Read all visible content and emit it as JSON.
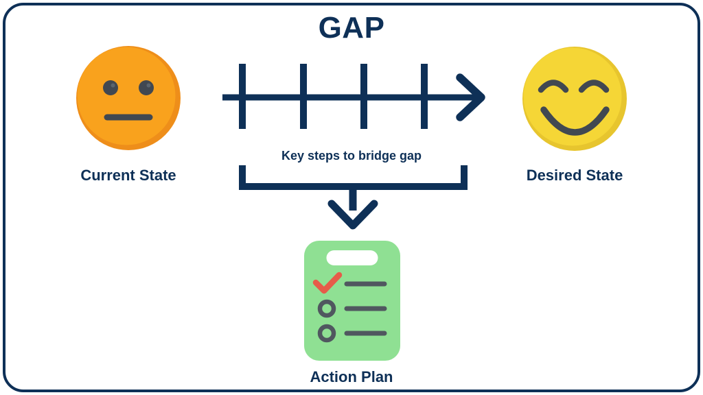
{
  "title": "GAP",
  "timeline": {
    "caption": "Key steps to bridge gap",
    "tick_count": 4,
    "direction": "left-to-right"
  },
  "nodes": {
    "current_state": {
      "label": "Current State",
      "icon": "neutral-face-icon"
    },
    "desired_state": {
      "label": "Desired State",
      "icon": "smiling-face-icon"
    },
    "action_plan": {
      "label": "Action Plan",
      "icon": "checklist-clipboard-icon"
    }
  },
  "colors": {
    "navy": "#0E3057",
    "orange": "#F9A21D",
    "orange-shade": "#EE8E1A",
    "yellow": "#F5D636",
    "yellow-shade": "#E7C52E",
    "feature": "#414851",
    "feature-highlight": "#5A646E",
    "green": "#8FE093",
    "check-red": "#E65B49",
    "list-gray": "#50575F",
    "clip-white": "#FFFFFF",
    "background": "#FFFFFF"
  }
}
